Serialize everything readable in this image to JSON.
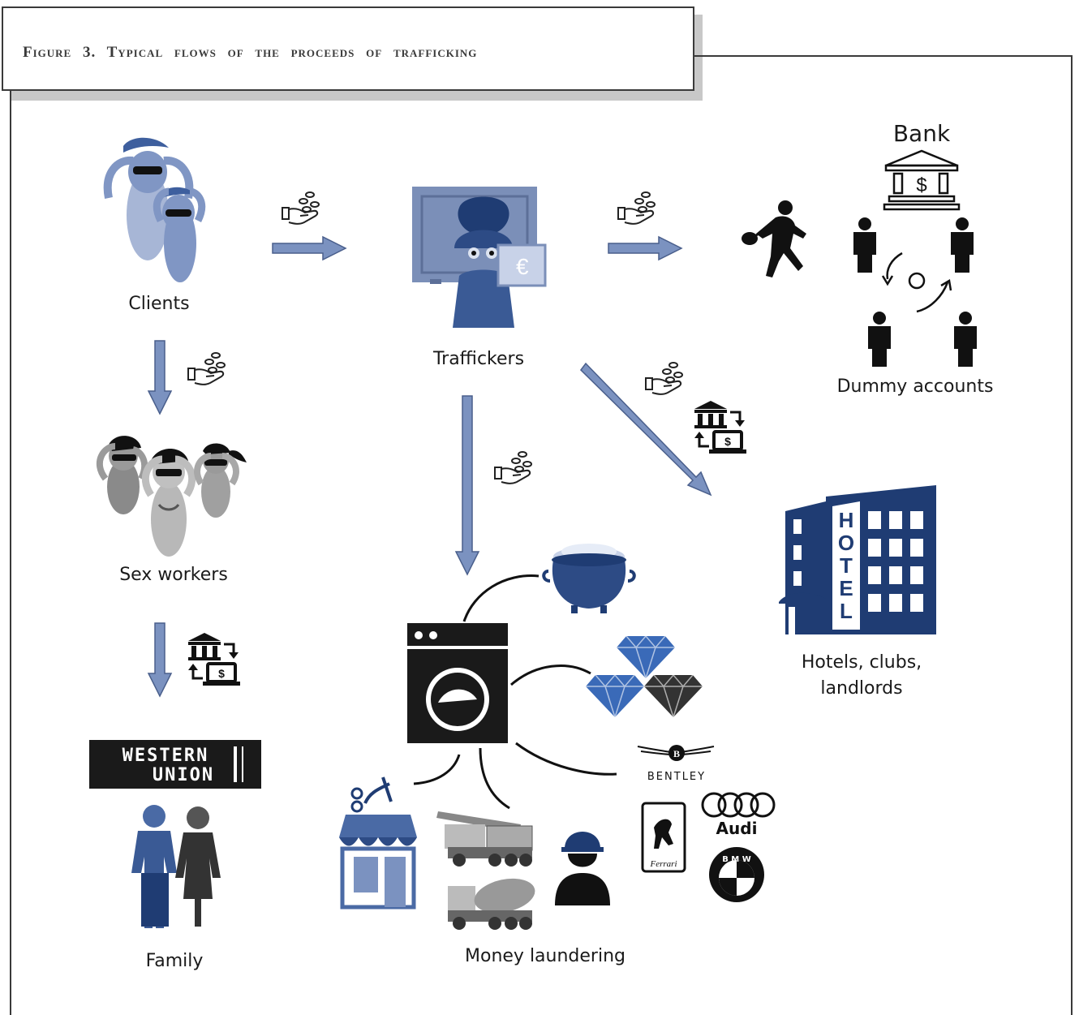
{
  "figure": {
    "title": "Figure 3.  Typical flows of the proceeds of trafficking"
  },
  "nodes": {
    "clients": "Clients",
    "traffickers": "Traffickers",
    "bank": "Bank",
    "dummy_accounts": "Dummy accounts",
    "sex_workers": "Sex workers",
    "hotels_line1": "Hotels, clubs,",
    "hotels_line2": "landlords",
    "money_laundering": "Money laundering",
    "family": "Family"
  },
  "logos": {
    "western_union_line1": "WESTERN",
    "western_union_line2": "UNION",
    "bentley": "BENTLEY",
    "audi": "Audi",
    "bmw": "B M W",
    "ferrari": "Ferrari",
    "hotel_sign": "HOTEL"
  },
  "colors": {
    "arrow_fill": "#7b92c0",
    "arrow_stroke": "#4a5f8c",
    "clients_blue": "#8096c4",
    "hotel_navy": "#1f3c73",
    "frame": "#3a3a3a"
  },
  "icons": [
    "money-hand-icon",
    "bank-transfer-icon",
    "thief-icon",
    "safe-icon",
    "washing-machine-icon",
    "pot-of-gold-icon",
    "diamond-icon",
    "shop-icon",
    "crane-truck-icon",
    "cement-truck-icon",
    "worker-icon"
  ]
}
